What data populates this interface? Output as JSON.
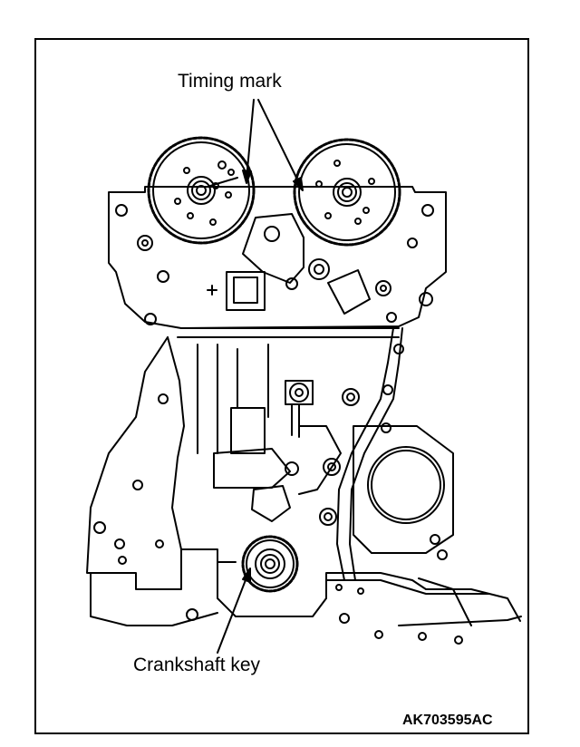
{
  "labels": {
    "timing_mark": "Timing mark",
    "crankshaft_key": "Crankshaft key"
  },
  "figure_code": "AK703595AC",
  "colors": {
    "line": "#000000",
    "background": "#ffffff"
  }
}
